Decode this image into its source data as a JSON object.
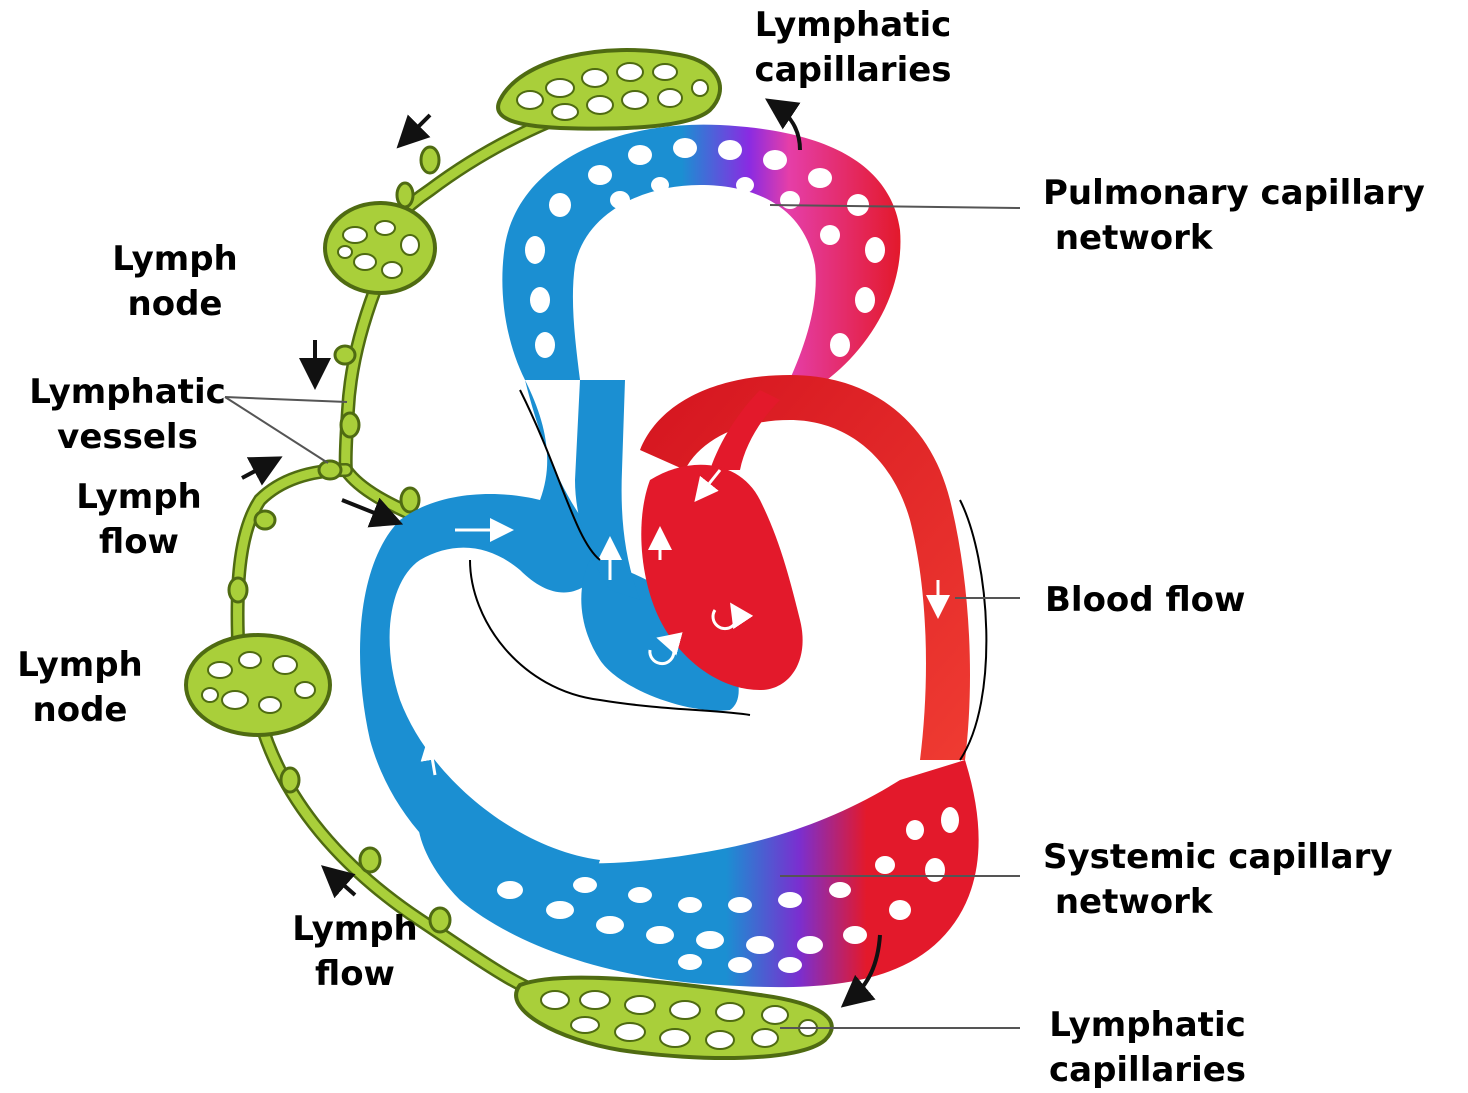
{
  "labels": {
    "lymphatic_capillaries_top": "Lymphatic\ncapillaries",
    "pulmonary_capillary_network": "Pulmonary capillary\n network",
    "lymph_node_upper": "Lymph\nnode",
    "lymphatic_vessels": "Lymphatic\nvessels",
    "lymph_flow_upper": "Lymph\nflow",
    "blood_flow": "Blood flow",
    "lymph_node_lower": "Lymph\nnode",
    "systemic_capillary_network": "Systemic capillary\n network",
    "lymph_flow_lower": "Lymph\nflow",
    "lymphatic_capillaries_bottom": "Lymphatic\ncapillaries"
  },
  "colors": {
    "deoxygenated_blood": "#1b8fd2",
    "oxygenated_blood": "#e3192b",
    "capillary_transition": "#8a2be2",
    "pulmonary_top": "#e53ea8",
    "lymph": "#a9cf3a",
    "lymph_outline": "#4f6b12",
    "leader_line": "#555555",
    "arrow": "#111111"
  }
}
